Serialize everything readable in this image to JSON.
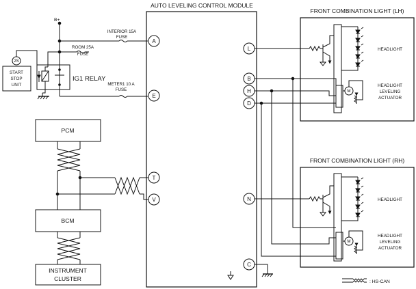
{
  "module": {
    "title": "AUTO LEVELING CONTROL MODULE"
  },
  "power": {
    "label": "B+"
  },
  "fuses": {
    "interior": [
      "INTERIOR 15A",
      "FUSE"
    ],
    "room": [
      "ROOM 25A",
      "FUSE"
    ],
    "meter": [
      "METER1 10 A",
      "FUSE"
    ]
  },
  "relay": {
    "label": "IG1 RELAY"
  },
  "start_stop": {
    "badge": "2S",
    "lines": [
      "START",
      "STOP",
      "UNIT"
    ]
  },
  "units": {
    "pcm": "PCM",
    "bcm": "BCM",
    "cluster": [
      "INSTRUMENT",
      "CLUSTER"
    ]
  },
  "pins": {
    "A": "A",
    "E": "E",
    "T": "T",
    "V": "V",
    "L": "L",
    "B": "B",
    "H": "H",
    "D": "D",
    "N": "N",
    "C": "C"
  },
  "lights": {
    "lh": {
      "title": "FRONT COMBINATION LIGHT (LH)",
      "headlight": "HEADLIGHT",
      "actuator": [
        "HEADLIGHT",
        "LEVELING",
        "ACTUATOR"
      ]
    },
    "rh": {
      "title": "FRONT COMBINATION LIGHT (RH)",
      "headlight": "HEADLIGHT",
      "actuator": [
        "HEADLIGHT",
        "LEVELING",
        "ACTUATOR"
      ]
    }
  },
  "actuator_motor_symbol": "M",
  "legend": {
    "label": ": HS-CAN"
  }
}
